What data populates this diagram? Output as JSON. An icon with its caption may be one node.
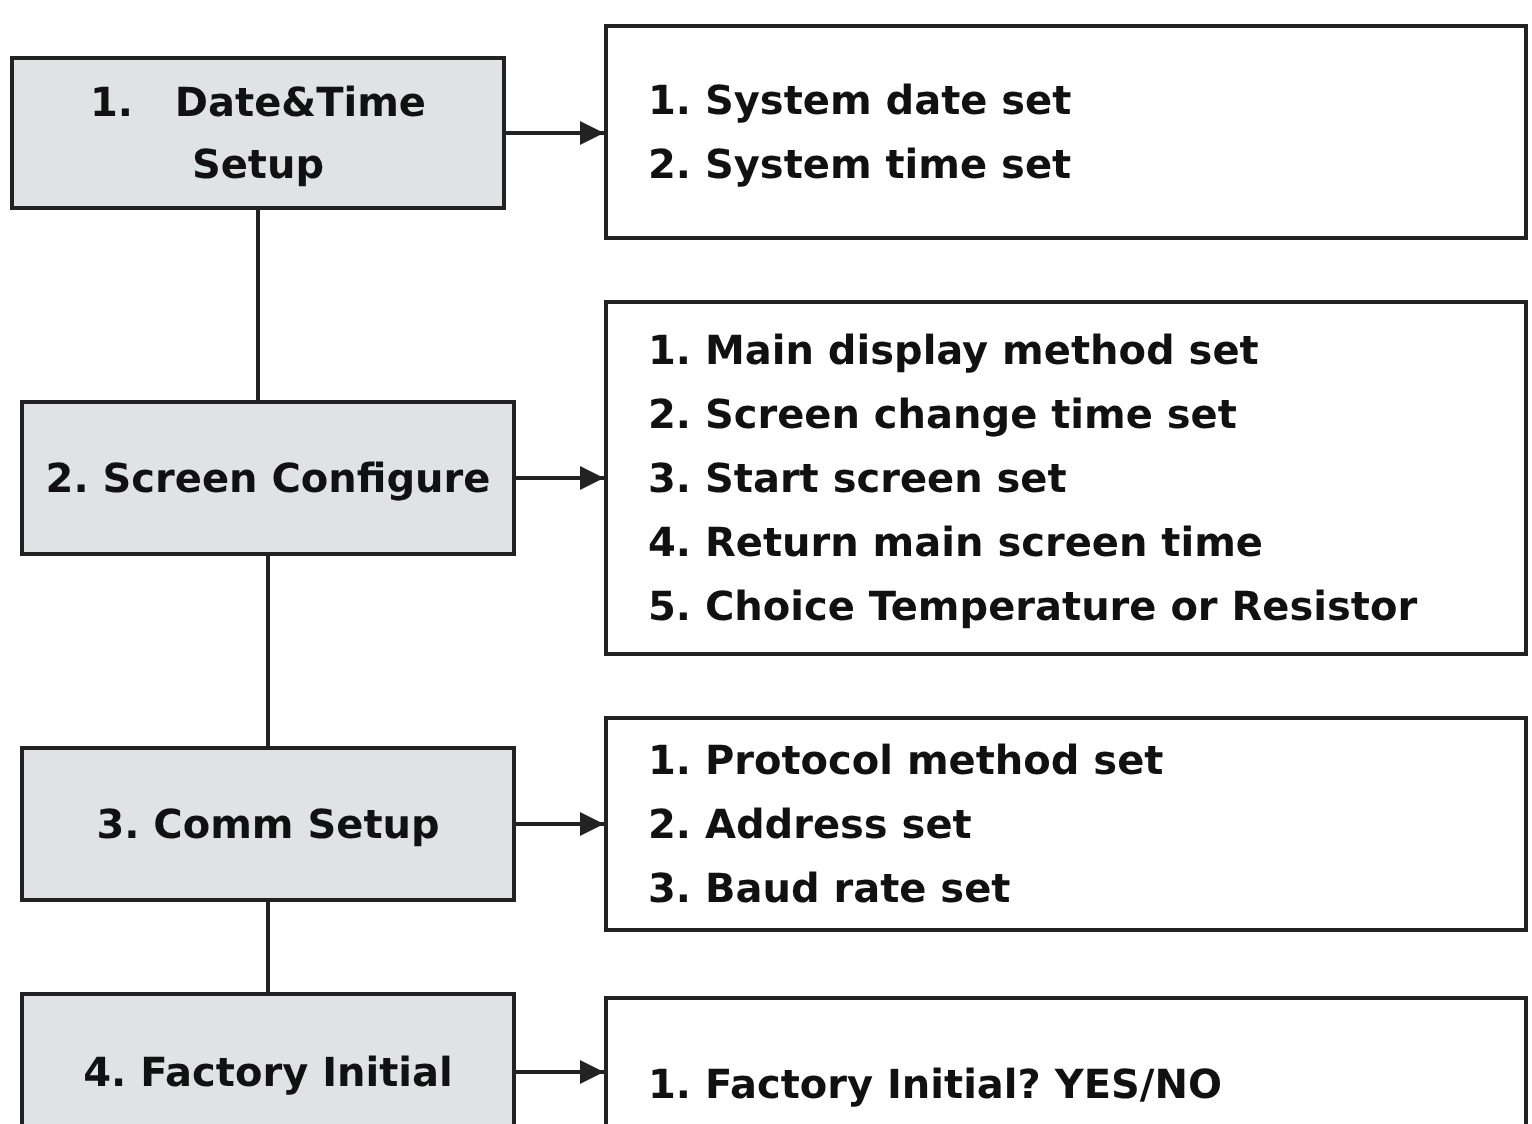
{
  "diagram": {
    "nodes": [
      {
        "text": [
          "1.   Date&Time Setup"
        ]
      },
      {
        "text": [
          "1. System date set",
          "2. System time set"
        ]
      },
      {
        "text": [
          "2. Screen Configure"
        ]
      },
      {
        "text": [
          "1. Main display method set",
          "2. Screen change time set",
          "3. Start screen set",
          "4. Return main screen time",
          "5. Choice Temperature or Resistor"
        ]
      },
      {
        "text": [
          "3. Comm Setup"
        ]
      },
      {
        "text": [
          "1. Protocol method set",
          "2. Address set",
          "3. Baud rate set"
        ]
      },
      {
        "text": [
          "4. Factory Initial"
        ]
      },
      {
        "text": [
          "1. Factory Initial? YES/NO"
        ]
      }
    ],
    "edges": [
      {
        "from": 0,
        "to": 1,
        "arrow": "to"
      },
      {
        "from": 0,
        "to": 2,
        "arrow": "none"
      },
      {
        "from": 2,
        "to": 3,
        "arrow": "to"
      },
      {
        "from": 2,
        "to": 4,
        "arrow": "none"
      },
      {
        "from": 4,
        "to": 5,
        "arrow": "to"
      },
      {
        "from": 4,
        "to": 6,
        "arrow": "none"
      },
      {
        "from": 6,
        "to": 7,
        "arrow": "to"
      }
    ]
  }
}
